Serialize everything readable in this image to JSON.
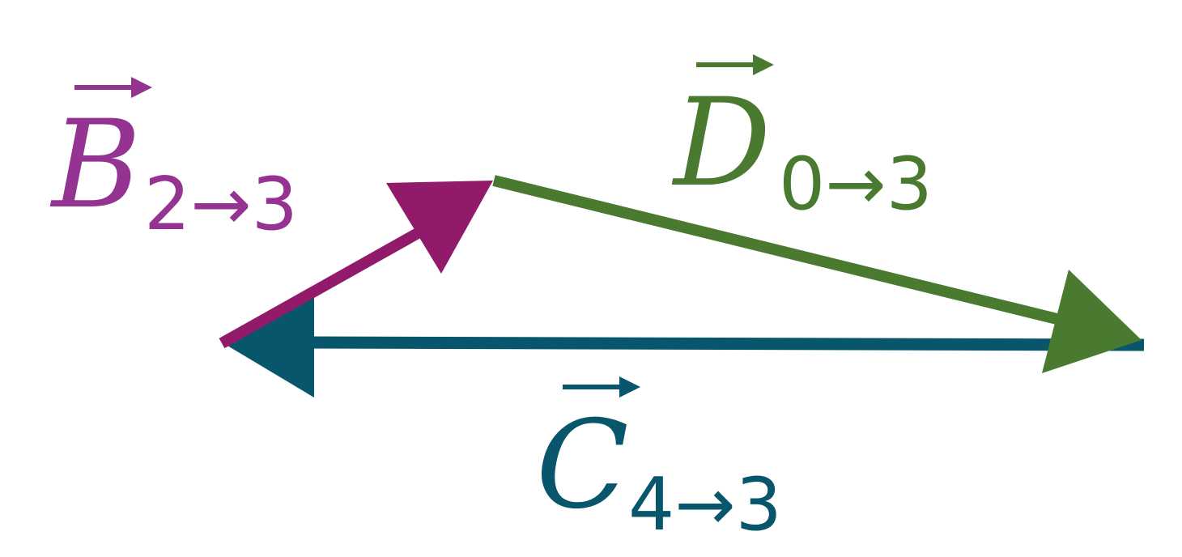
{
  "colors": {
    "background": "#ffffff",
    "vector_b": "#921a6a",
    "vector_b_label": "#953393",
    "vector_c": "#07566b",
    "vector_d": "#4a7a30"
  },
  "vectors": {
    "b": {
      "letter": "B",
      "subscript": "2→3"
    },
    "c": {
      "letter": "C",
      "subscript": "4→3"
    },
    "d": {
      "letter": "D",
      "subscript": "0→3"
    }
  }
}
